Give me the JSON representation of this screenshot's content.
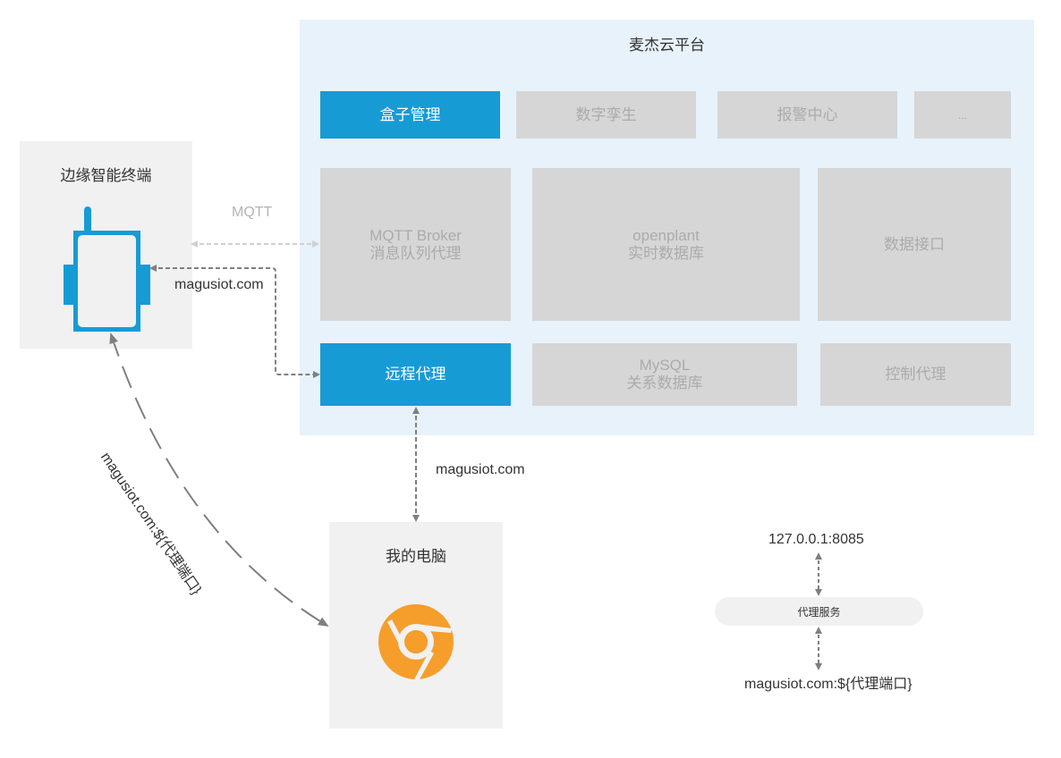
{
  "platform": {
    "title": "麦杰云平台",
    "top_modules": [
      {
        "label": "盒子管理",
        "active": true
      },
      {
        "label": "数字孪生",
        "active": false
      },
      {
        "label": "报警中心",
        "active": false
      },
      {
        "label": "...",
        "active": false
      }
    ],
    "services": [
      {
        "line1": "MQTT Broker",
        "line2": "消息队列代理"
      },
      {
        "line1": "openplant",
        "line2": "实时数据库"
      },
      {
        "line1": "数据接口",
        "line2": ""
      }
    ],
    "bottom_modules": [
      {
        "line1": "远程代理",
        "line2": "",
        "active": true
      },
      {
        "line1": "MySQL",
        "line2": "关系数据库",
        "active": false
      },
      {
        "line1": "控制代理",
        "line2": "",
        "active": false
      }
    ]
  },
  "edge_terminal": {
    "title": "边缘智能终端",
    "icon": "edge-device-icon"
  },
  "my_computer": {
    "title": "我的电脑",
    "icon": "chrome-browser-icon"
  },
  "connections": {
    "mqtt_label": "MQTT",
    "device_to_proxy_label": "magusiot.com",
    "computer_to_proxy_label": "magusiot.com",
    "computer_to_device_label": "magusiot.com:${代理端口}"
  },
  "proxy_service": {
    "local_address": "127.0.0.1:8085",
    "service_label": "代理服务",
    "remote_address": "magusiot.com:${代理端口}"
  },
  "colors": {
    "accent_blue": "#179BD5",
    "inactive_gray": "#D6D6D6",
    "platform_bg": "#E7F2FA",
    "panel_bg": "#F1F1F1",
    "chrome_orange": "#F59E2B",
    "arrow_gray": "#7F7F7F"
  }
}
